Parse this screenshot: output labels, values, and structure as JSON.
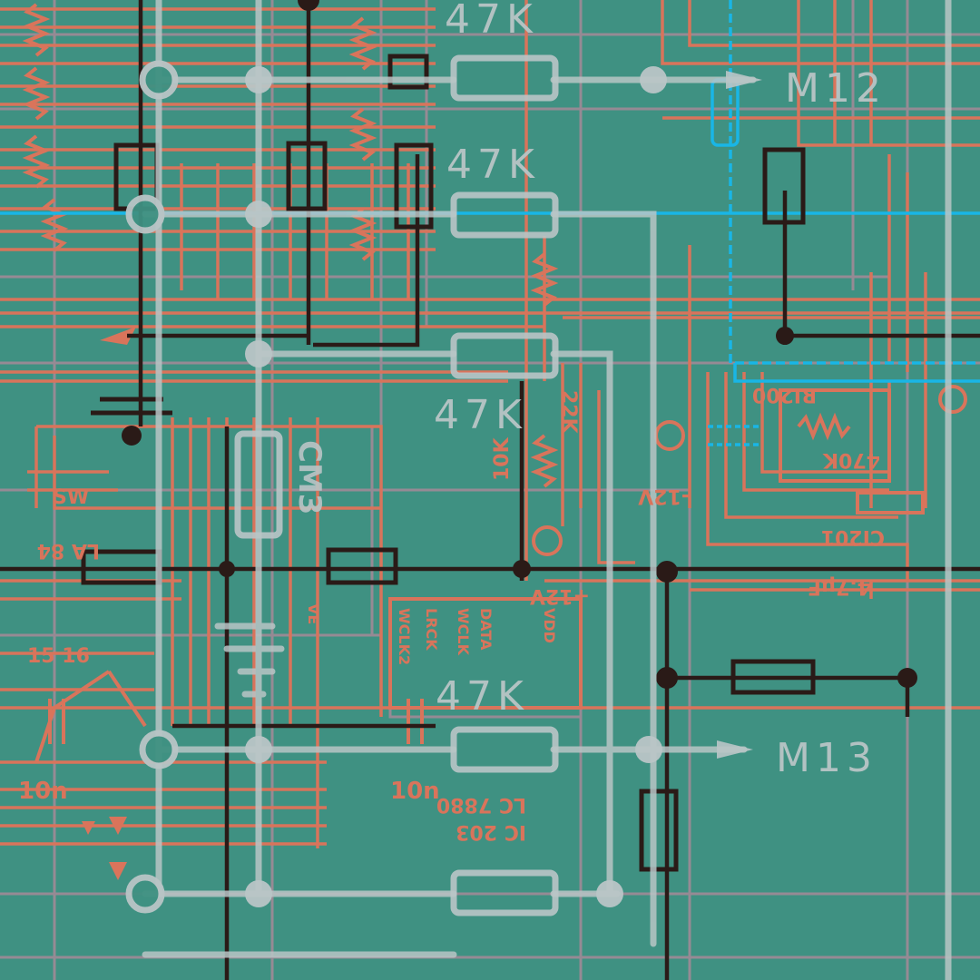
{
  "diagram": {
    "overlay_labels": {
      "r_top": "47K",
      "r_second": "47K",
      "r_middle": "47K",
      "r_lower": "47K",
      "out_upper": "M12",
      "out_lower": "M13"
    },
    "orange_labels": {
      "r_22k": "22K",
      "r_10k": "10K",
      "neg_12v": "-12V",
      "pos_12v": "+12V",
      "r_470k": "470K",
      "r_ri200": "RI200",
      "c_ci201": "CI201",
      "c_47uf": "4.7μF",
      "sw": "SW",
      "ic_ref": "IC 203",
      "ic_type": "LC 7880",
      "cap_left": "10n",
      "cap_mid": "10n",
      "pin_vdd": "VDD",
      "pin_data": "DATA",
      "pin_wclk": "WCLK",
      "pin_lrck": "LRCK",
      "pin_wclk2": "WCLK2",
      "pins_left": "15 16",
      "misc_la": "LA 84",
      "misc_ve": "VE",
      "cm_label": "CM3"
    },
    "colors": {
      "background": "#3f9182",
      "orange_trace": "#d9745b",
      "dark_trace": "#2a1a17",
      "overlay": "#b9c5c6",
      "cyan_trace": "#19b6e6",
      "mauve_trace": "#a08a96"
    }
  }
}
